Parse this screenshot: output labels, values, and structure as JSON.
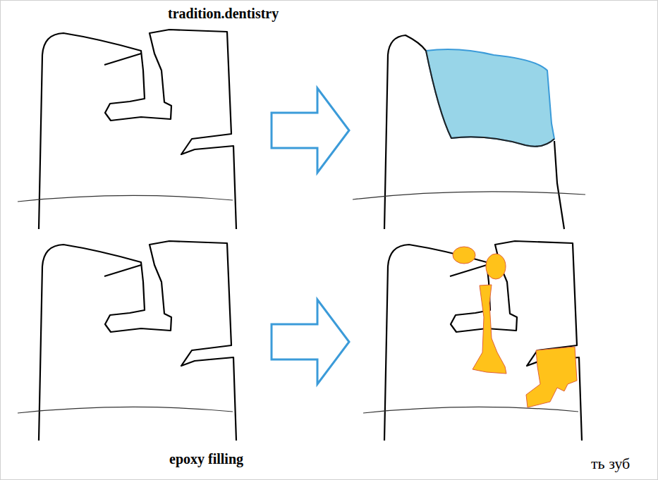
{
  "diagram": {
    "title": "tradition.dentistry",
    "labels": [
      "epoxy filling",
      "ть зуб"
    ]
  }
}
